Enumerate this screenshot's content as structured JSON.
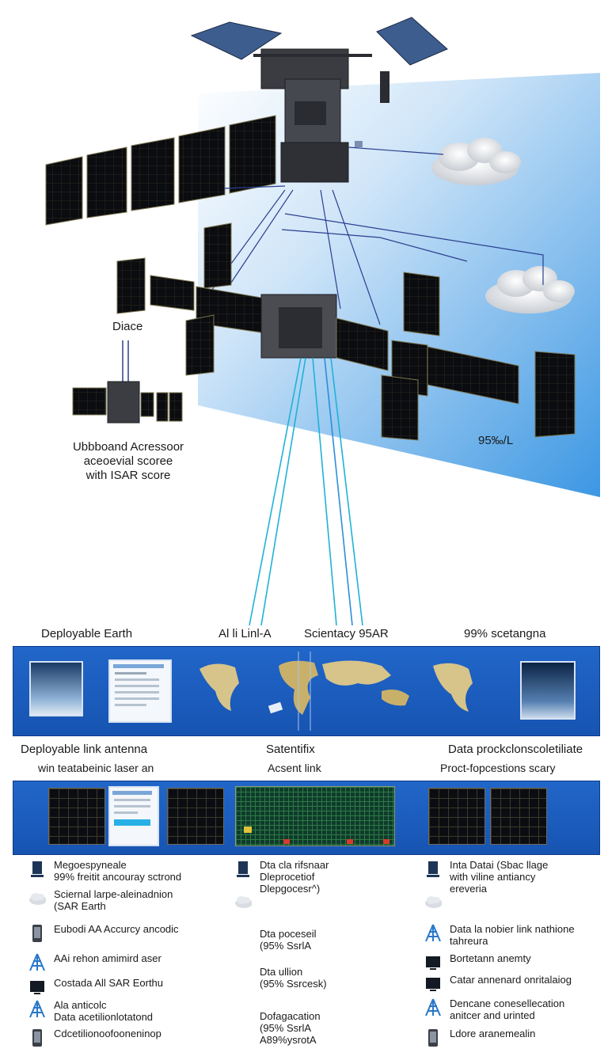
{
  "scene": {
    "label_diace": "Diace",
    "sub_satellite_caption": "Ubbboand Acressoor\naceoevial scoree\nwith ISAR score",
    "label_right": "95‰/L"
  },
  "beam_labels": {
    "left": "Deployable Earth",
    "center_left": "Al li Linl-A",
    "center_right": "Scientacy 95AR",
    "right": "99% scetangna"
  },
  "mid_labels": {
    "col1_title": "Deployable link antenna",
    "col1_sub": "win teatabeinic laser an",
    "col2_title": "Satentifix",
    "col2_sub": "Acsent link",
    "col3_title": "Data prockclonscoletiliate",
    "col3_sub": "Proct-fopcestions scary"
  },
  "legend": {
    "col1": [
      {
        "icon": "server-icon",
        "text": "Megoespyneale\n99% freitit ancouray sctrond"
      },
      {
        "icon": "cloud-icon",
        "text": "Sciernal larpe-aleinadnion\n(SAR Earth"
      },
      {
        "icon": "phone-icon",
        "text": "Eubodi AA Accurcy ancodic"
      },
      {
        "icon": "antenna-icon",
        "text": "AAi rehon amimird aser"
      },
      {
        "icon": "monitor-icon",
        "text": "Costada All SAR Eorthu"
      },
      {
        "icon": "antenna-icon",
        "text": "Ala anticolc\nData acetilionlotatond"
      },
      {
        "icon": "phone-icon",
        "text": "Cdcetilionoofooneninop"
      }
    ],
    "col2": [
      {
        "icon": "server-icon",
        "text": "Dta cla rifsnaar\nDleprocetiof\nDlepgocesr^)"
      },
      {
        "icon": "cloud-icon",
        "text": ""
      },
      {
        "icon": "none",
        "text": "Dta poceseil\n(95% SsrlA"
      },
      {
        "icon": "none",
        "text": "Dta ullion\n(95% Ssrcesk)"
      },
      {
        "icon": "none",
        "text": "Dofagacation\n(95% SsrlA\nA89%ysrotA"
      }
    ],
    "col3": [
      {
        "icon": "server-icon",
        "text": "Inta Datai (Sbac llage\nwith viline antiancy\nereveria"
      },
      {
        "icon": "cloud-icon",
        "text": ""
      },
      {
        "icon": "antenna-icon",
        "text": "Data la nobier link nathione\ntahreura"
      },
      {
        "icon": "monitor-icon",
        "text": "Bortetann anemty"
      },
      {
        "icon": "monitor-icon",
        "text": "Catar annenard onritalaiog"
      },
      {
        "icon": "antenna-icon",
        "text": "Dencane conesellecation\nanitcer and urinted"
      },
      {
        "icon": "phone-icon",
        "text": "Ldore aranemealin"
      }
    ]
  },
  "colors": {
    "sky_blue": "#4aa3e8",
    "panel_blue": "#1f62c4",
    "beam_cyan": "#1fb2d8",
    "beam_navy": "#2b3f8f",
    "icon_blue": "#2a78c8",
    "icon_navy": "#1e3557"
  }
}
